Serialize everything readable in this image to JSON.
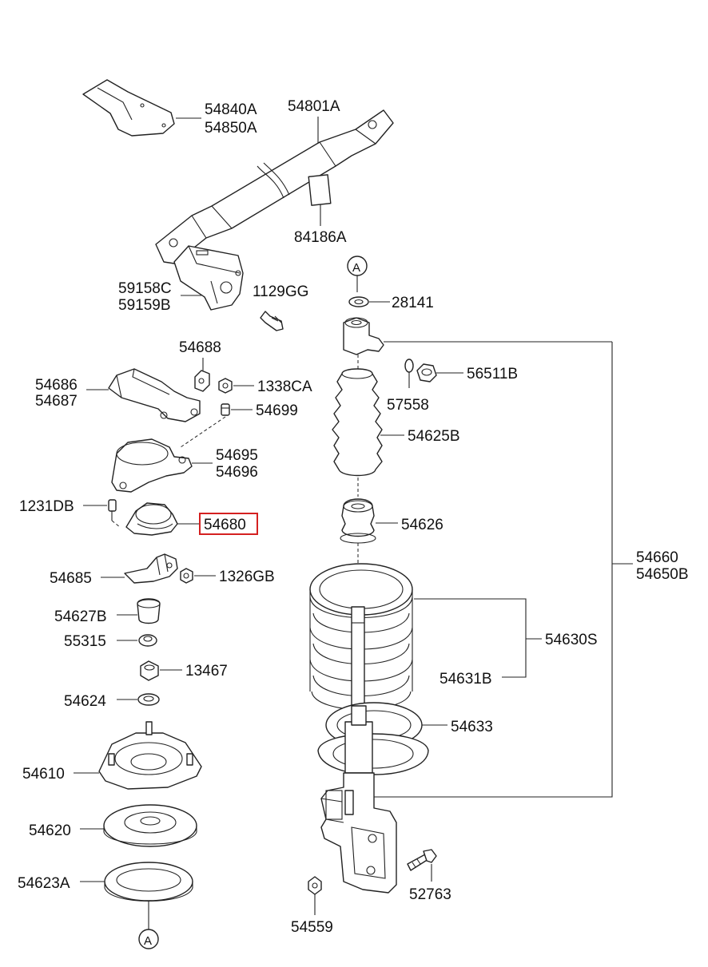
{
  "diagram": {
    "labels": {
      "l54840A": "54840A",
      "l54850A": "54850A",
      "l54801A": "54801A",
      "l84186A": "84186A",
      "l59158C": "59158C",
      "l59159B": "59159B",
      "l1129GG": "1129GG",
      "lA_top": "A",
      "l28141": "28141",
      "l54688": "54688",
      "l54686": "54686",
      "l54687": "54687",
      "l1338CA": "1338CA",
      "l54699": "54699",
      "l56511B": "56511B",
      "l57558": "57558",
      "l54625B": "54625B",
      "l54695": "54695",
      "l54696": "54696",
      "l1231DB": "1231DB",
      "l54680": "54680",
      "l54626": "54626",
      "l54660": "54660",
      "l54650B": "54650B",
      "l54685": "54685",
      "l1326GB": "1326GB",
      "l54627B": "54627B",
      "l55315": "55315",
      "l54630S": "54630S",
      "l13467": "13467",
      "l54631B": "54631B",
      "l54624": "54624",
      "l54633": "54633",
      "l54610": "54610",
      "l54620": "54620",
      "l54623A": "54623A",
      "l52763": "52763",
      "l54559": "54559",
      "lA_bottom": "A"
    },
    "highlighted_part": "54680",
    "highlight_color": "#d42020"
  }
}
